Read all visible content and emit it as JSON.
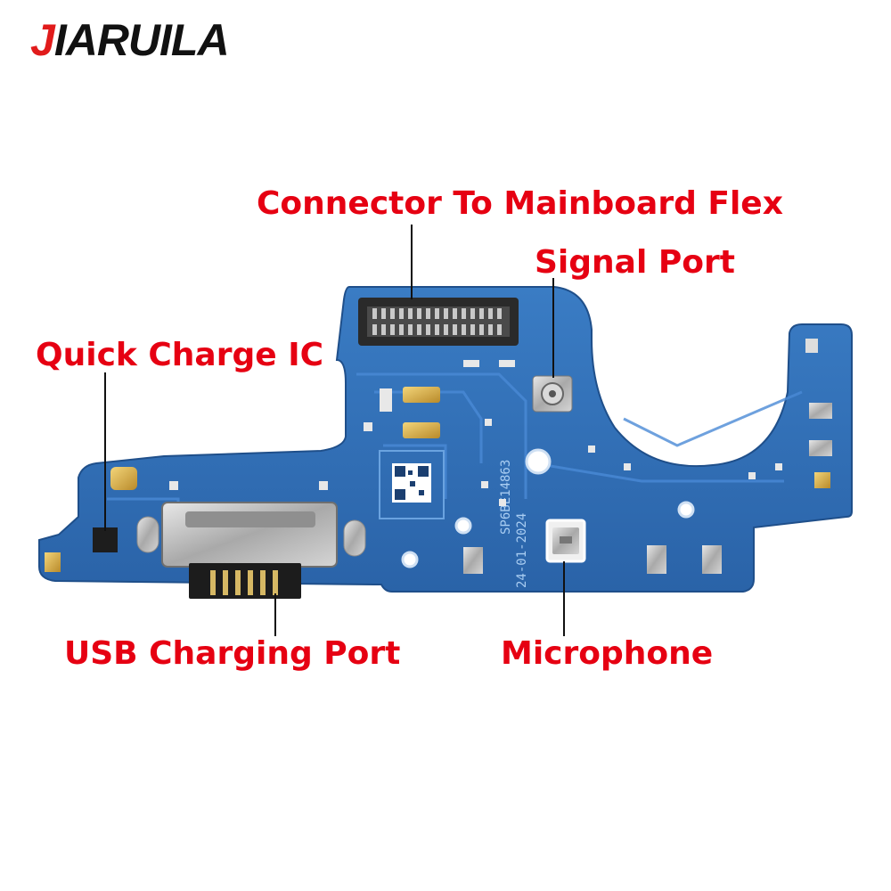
{
  "brand": {
    "part1": "J",
    "part2": "IARUILA"
  },
  "labels": {
    "connector": "Connector To Mainboard Flex",
    "signal": "Signal Port",
    "quick_charge": "Quick Charge IC",
    "usb": "USB Charging Port",
    "microphone": "Microphone"
  },
  "board_text": {
    "serial": "SP6BE14863",
    "date": "24-01-2024"
  },
  "colors": {
    "label": "#e60012",
    "brand_accent": "#e11b1b",
    "pcb": "#2f6fb5"
  }
}
